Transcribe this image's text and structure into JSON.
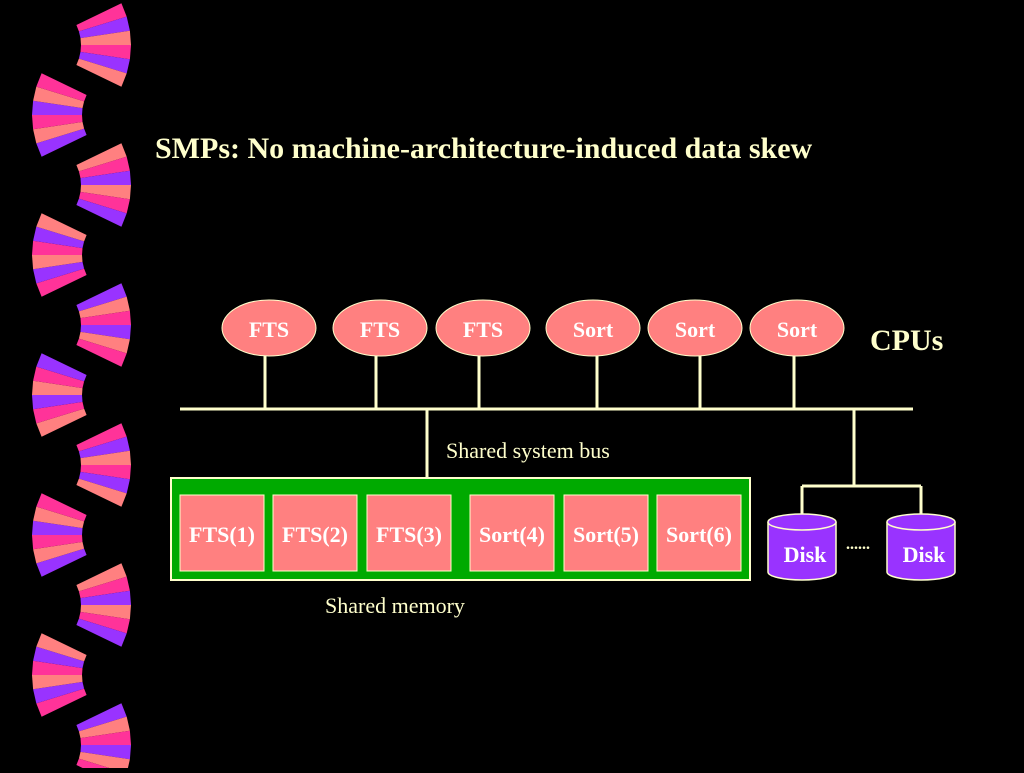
{
  "slide": {
    "title": "SMPs: No machine-architecture-induced data skew"
  },
  "colors": {
    "background": "#000000",
    "title_text": "#FFFFCC",
    "node_fill": "#FF8080",
    "node_text": "#FFFFFF",
    "memory_fill": "#00AA00",
    "disk_fill": "#9933FF",
    "line": "#FFFFCC",
    "stripe_a": "#FF3399",
    "stripe_b": "#9933FF",
    "stripe_c": "#FF8080"
  },
  "diagram": {
    "cpus_label": "CPUs",
    "cpus": [
      {
        "label": "FTS"
      },
      {
        "label": "FTS"
      },
      {
        "label": "FTS"
      },
      {
        "label": "Sort"
      },
      {
        "label": "Sort"
      },
      {
        "label": "Sort"
      }
    ],
    "bus_label": "Shared system bus",
    "memory_label": "Shared memory",
    "memory_blocks": [
      {
        "label": "FTS(1)"
      },
      {
        "label": "FTS(2)"
      },
      {
        "label": "FTS(3)"
      },
      {
        "label": "Sort(4)"
      },
      {
        "label": "Sort(5)"
      },
      {
        "label": "Sort(6)"
      }
    ],
    "disks": [
      {
        "label": "Disk"
      },
      {
        "label": "Disk"
      }
    ],
    "disk_ellipsis": "......"
  }
}
